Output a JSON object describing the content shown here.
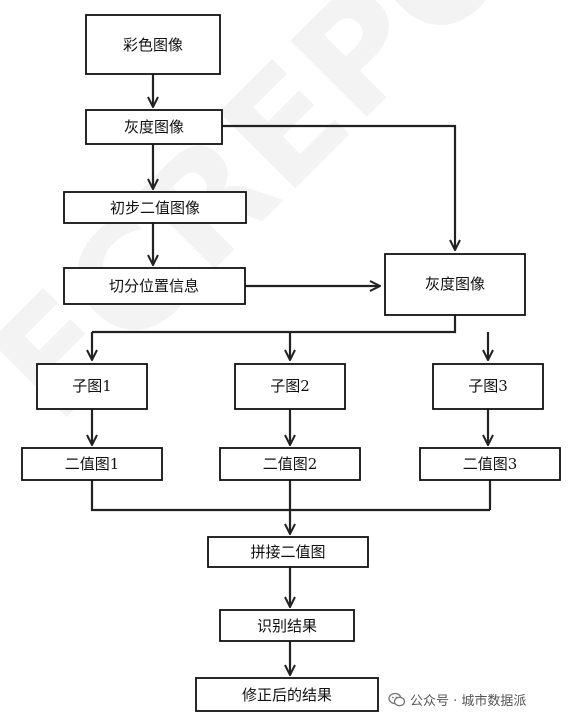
{
  "watermark": "FCREPORT",
  "nodes": {
    "color_image": "彩色图像",
    "gray_image_left": "灰度图像",
    "initial_binary": "初步二值图像",
    "split_position": "切分位置信息",
    "gray_image_right": "灰度图像",
    "sub_image_1": "子图1",
    "sub_image_2": "子图2",
    "sub_image_3": "子图3",
    "binary_1": "二值图1",
    "binary_2": "二值图2",
    "binary_3": "二值图3",
    "stitch_binary": "拼接二值图",
    "recognition_result": "识别结果",
    "corrected_result": "修正后的结果"
  },
  "credit": {
    "icon": "wechat-icon",
    "text": "公众号 · 城市数据派"
  }
}
